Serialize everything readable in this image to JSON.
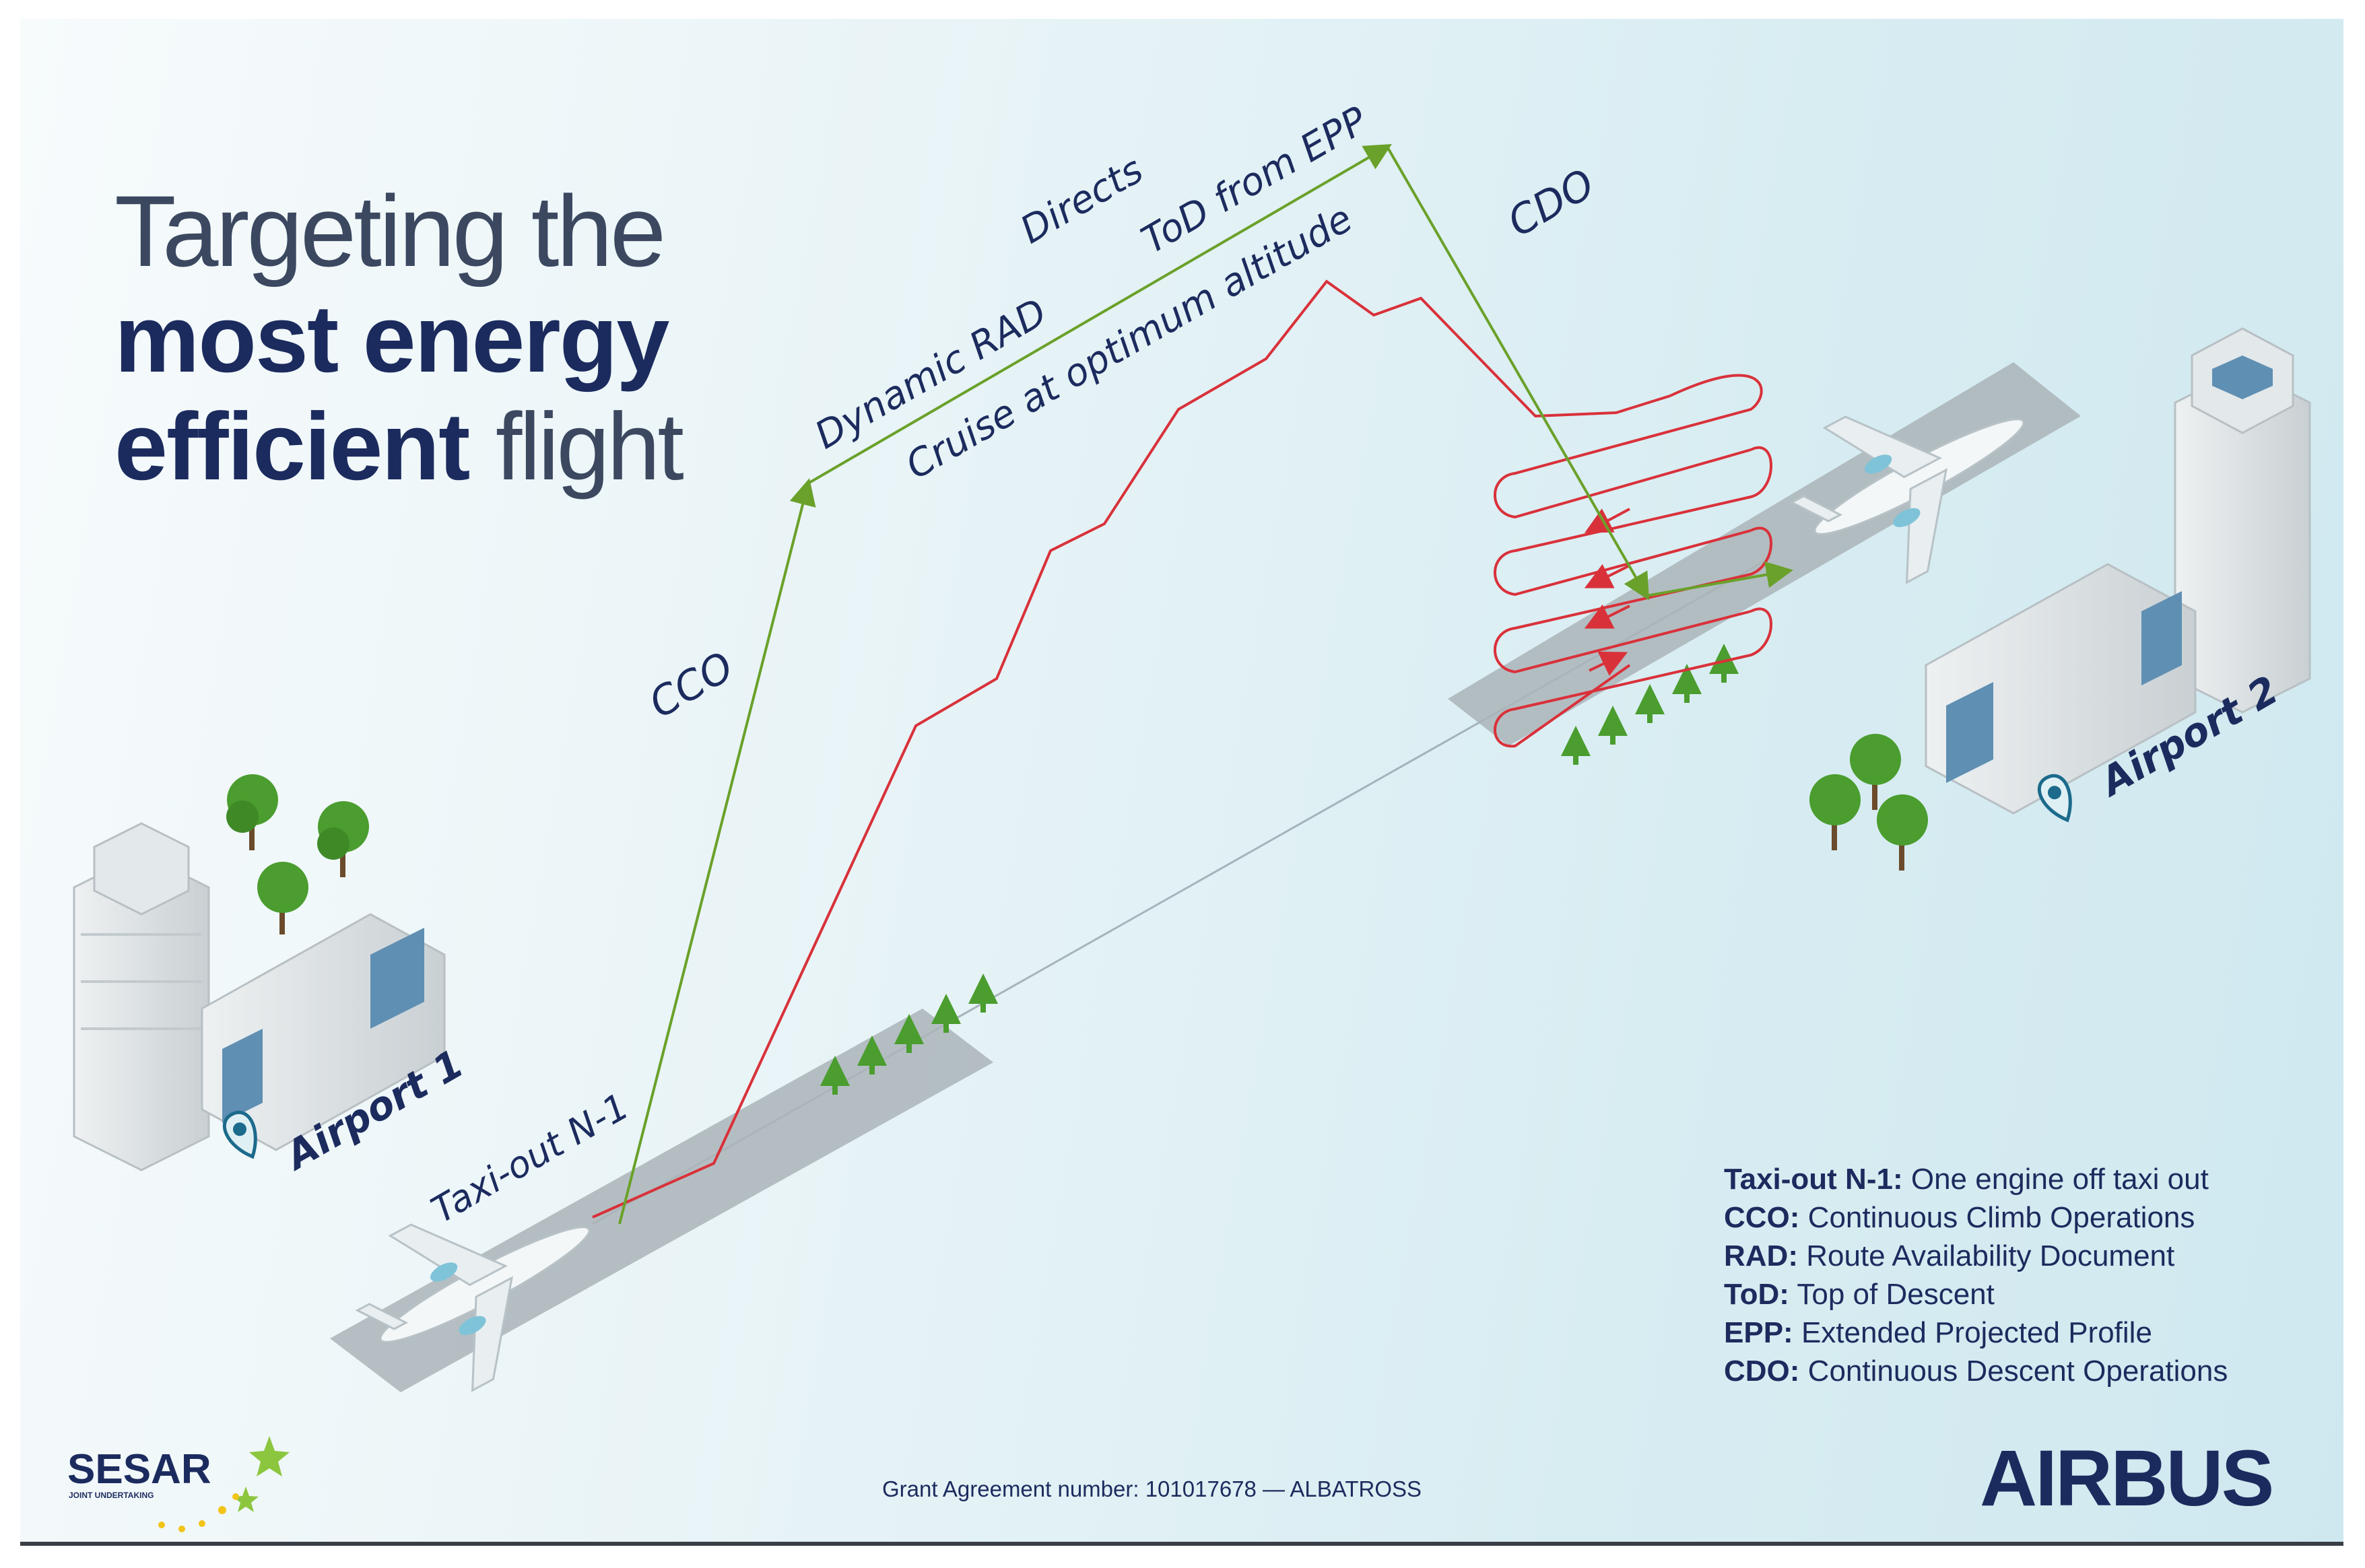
{
  "title": {
    "line1": "Targeting the",
    "line2_bold": "most energy",
    "line3_bold": "efficient",
    "line3_light": "flight"
  },
  "labels": {
    "taxi_out": "Taxi-out N-1",
    "cco": "CCO",
    "dynamic_rad": "Dynamic RAD",
    "directs": "Directs",
    "tod_from_epp": "ToD from EPP",
    "cruise": "Cruise at optimum altitude",
    "cdo": "CDO",
    "airport1": "Airport 1",
    "airport2": "Airport 2"
  },
  "legend": [
    {
      "abbr": "Taxi-out N-1:",
      "text": "One engine off taxi out"
    },
    {
      "abbr": "CCO:",
      "text": "Continuous Climb Operations"
    },
    {
      "abbr": "RAD:",
      "text": "Route Availability Document"
    },
    {
      "abbr": "ToD:",
      "text": "Top of Descent"
    },
    {
      "abbr": "EPP:",
      "text": "Extended Projected Profile"
    },
    {
      "abbr": "CDO:",
      "text": "Continuous Descent Operations"
    }
  ],
  "footer": {
    "grant": "Grant Agreement number: 101017678 — ALBATROSS",
    "sesar_logo": "SESAR",
    "sesar_sub": "JOINT UNDERTAKING",
    "airbus_logo": "AIRBUS"
  },
  "colors": {
    "optimized_path": "#6aa12a",
    "conventional_path": "#d9313a",
    "navy": "#1c2b5e",
    "runway": "#aab4b8",
    "tree": "#4a9d2e"
  }
}
